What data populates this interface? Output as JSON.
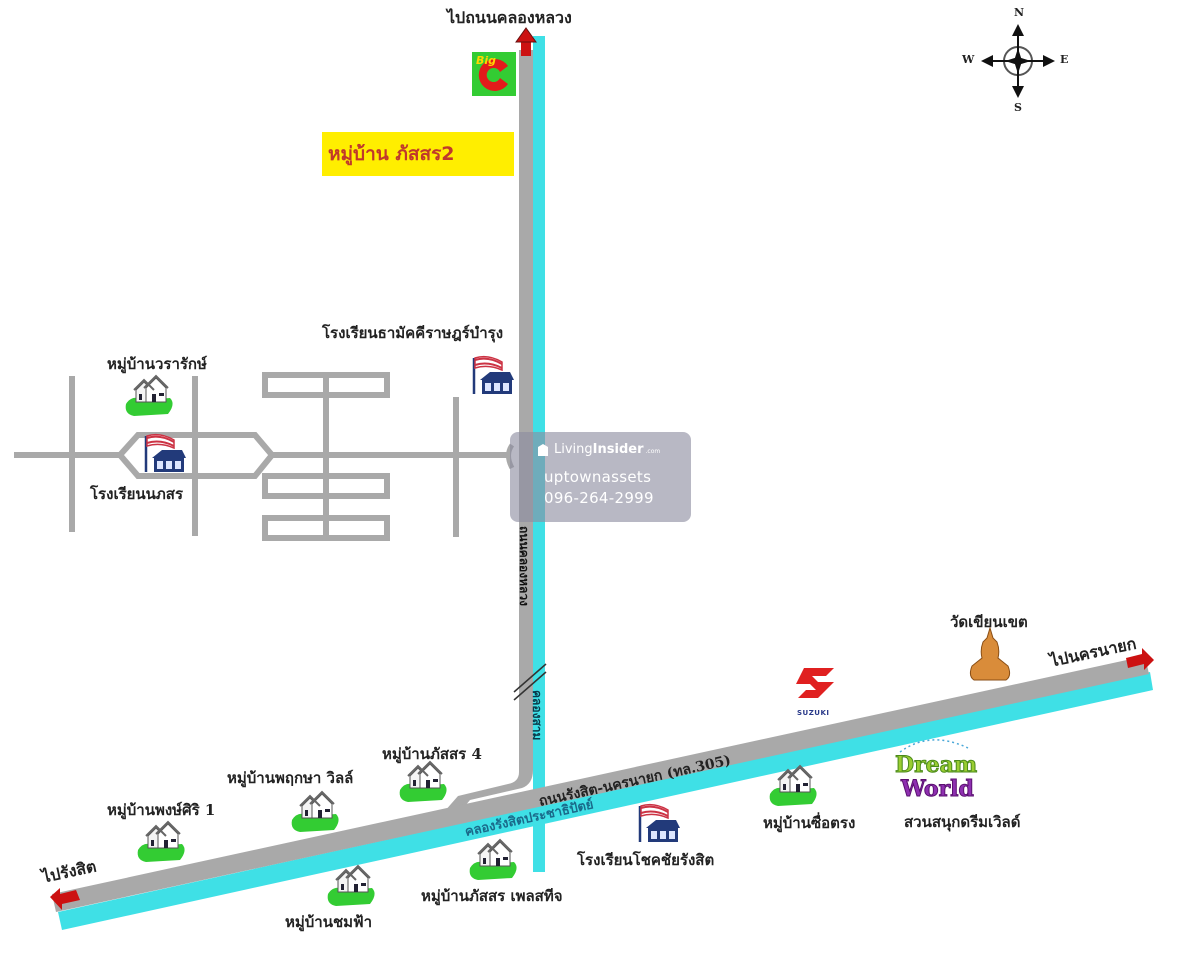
{
  "map": {
    "title": "หมู่บ้าน ภัสสร2",
    "colors": {
      "road": "#a9a9a9",
      "canal": "#3fe0e6",
      "title_bg": "#ffee00",
      "title_text": "#c0392b",
      "arrow": "#cc1111",
      "house_grass": "#33cc33"
    },
    "compass": {
      "north": "N",
      "south": "S",
      "east": "E",
      "west": "W"
    },
    "directions": {
      "north_road": "ไปถนนคลองหลวง",
      "west": "ไปรังสิต",
      "east": "ไปนครนายก"
    },
    "roads": {
      "main_road": "ถนนรังสิต-นครนายก (ทล.305)",
      "canal": "คลองรังสิตประชาธิปัตย์",
      "vertical_road": "ถนนคลองหลวง",
      "vertical_canal": "คลองสาม"
    },
    "landmarks": {
      "big_c": "Big",
      "suzuki": "SUZUKI",
      "temple": "วัดเขียนเขต",
      "dream_world_line1": "Dream",
      "dream_world_line2": "World",
      "dream_world_label": "สวนสนุกดรีมเวิลด์"
    },
    "schools": [
      "โรงเรียนธามัคคีราษฎร์บำรุง",
      "โรงเรียนนภสร",
      "โรงเรียนโชคชัยรังสิต"
    ],
    "villages": [
      "หมู่บ้านวรารักษ์",
      "หมู่บ้านพงษ์ศิริ 1",
      "หมู่บ้านพฤกษา วิลล์",
      "หมู่บ้านภัสสร 4",
      "หมู่บ้านชมฟ้า",
      "หมู่บ้านภัสสร เพลสทีจ",
      "หมู่บ้านซื่อตรง"
    ]
  },
  "watermark": {
    "brand_part1": "Living",
    "brand_part2": "Insider",
    "brand_suffix": ".com",
    "user": "uptownassets",
    "phone": "096-264-2999"
  }
}
